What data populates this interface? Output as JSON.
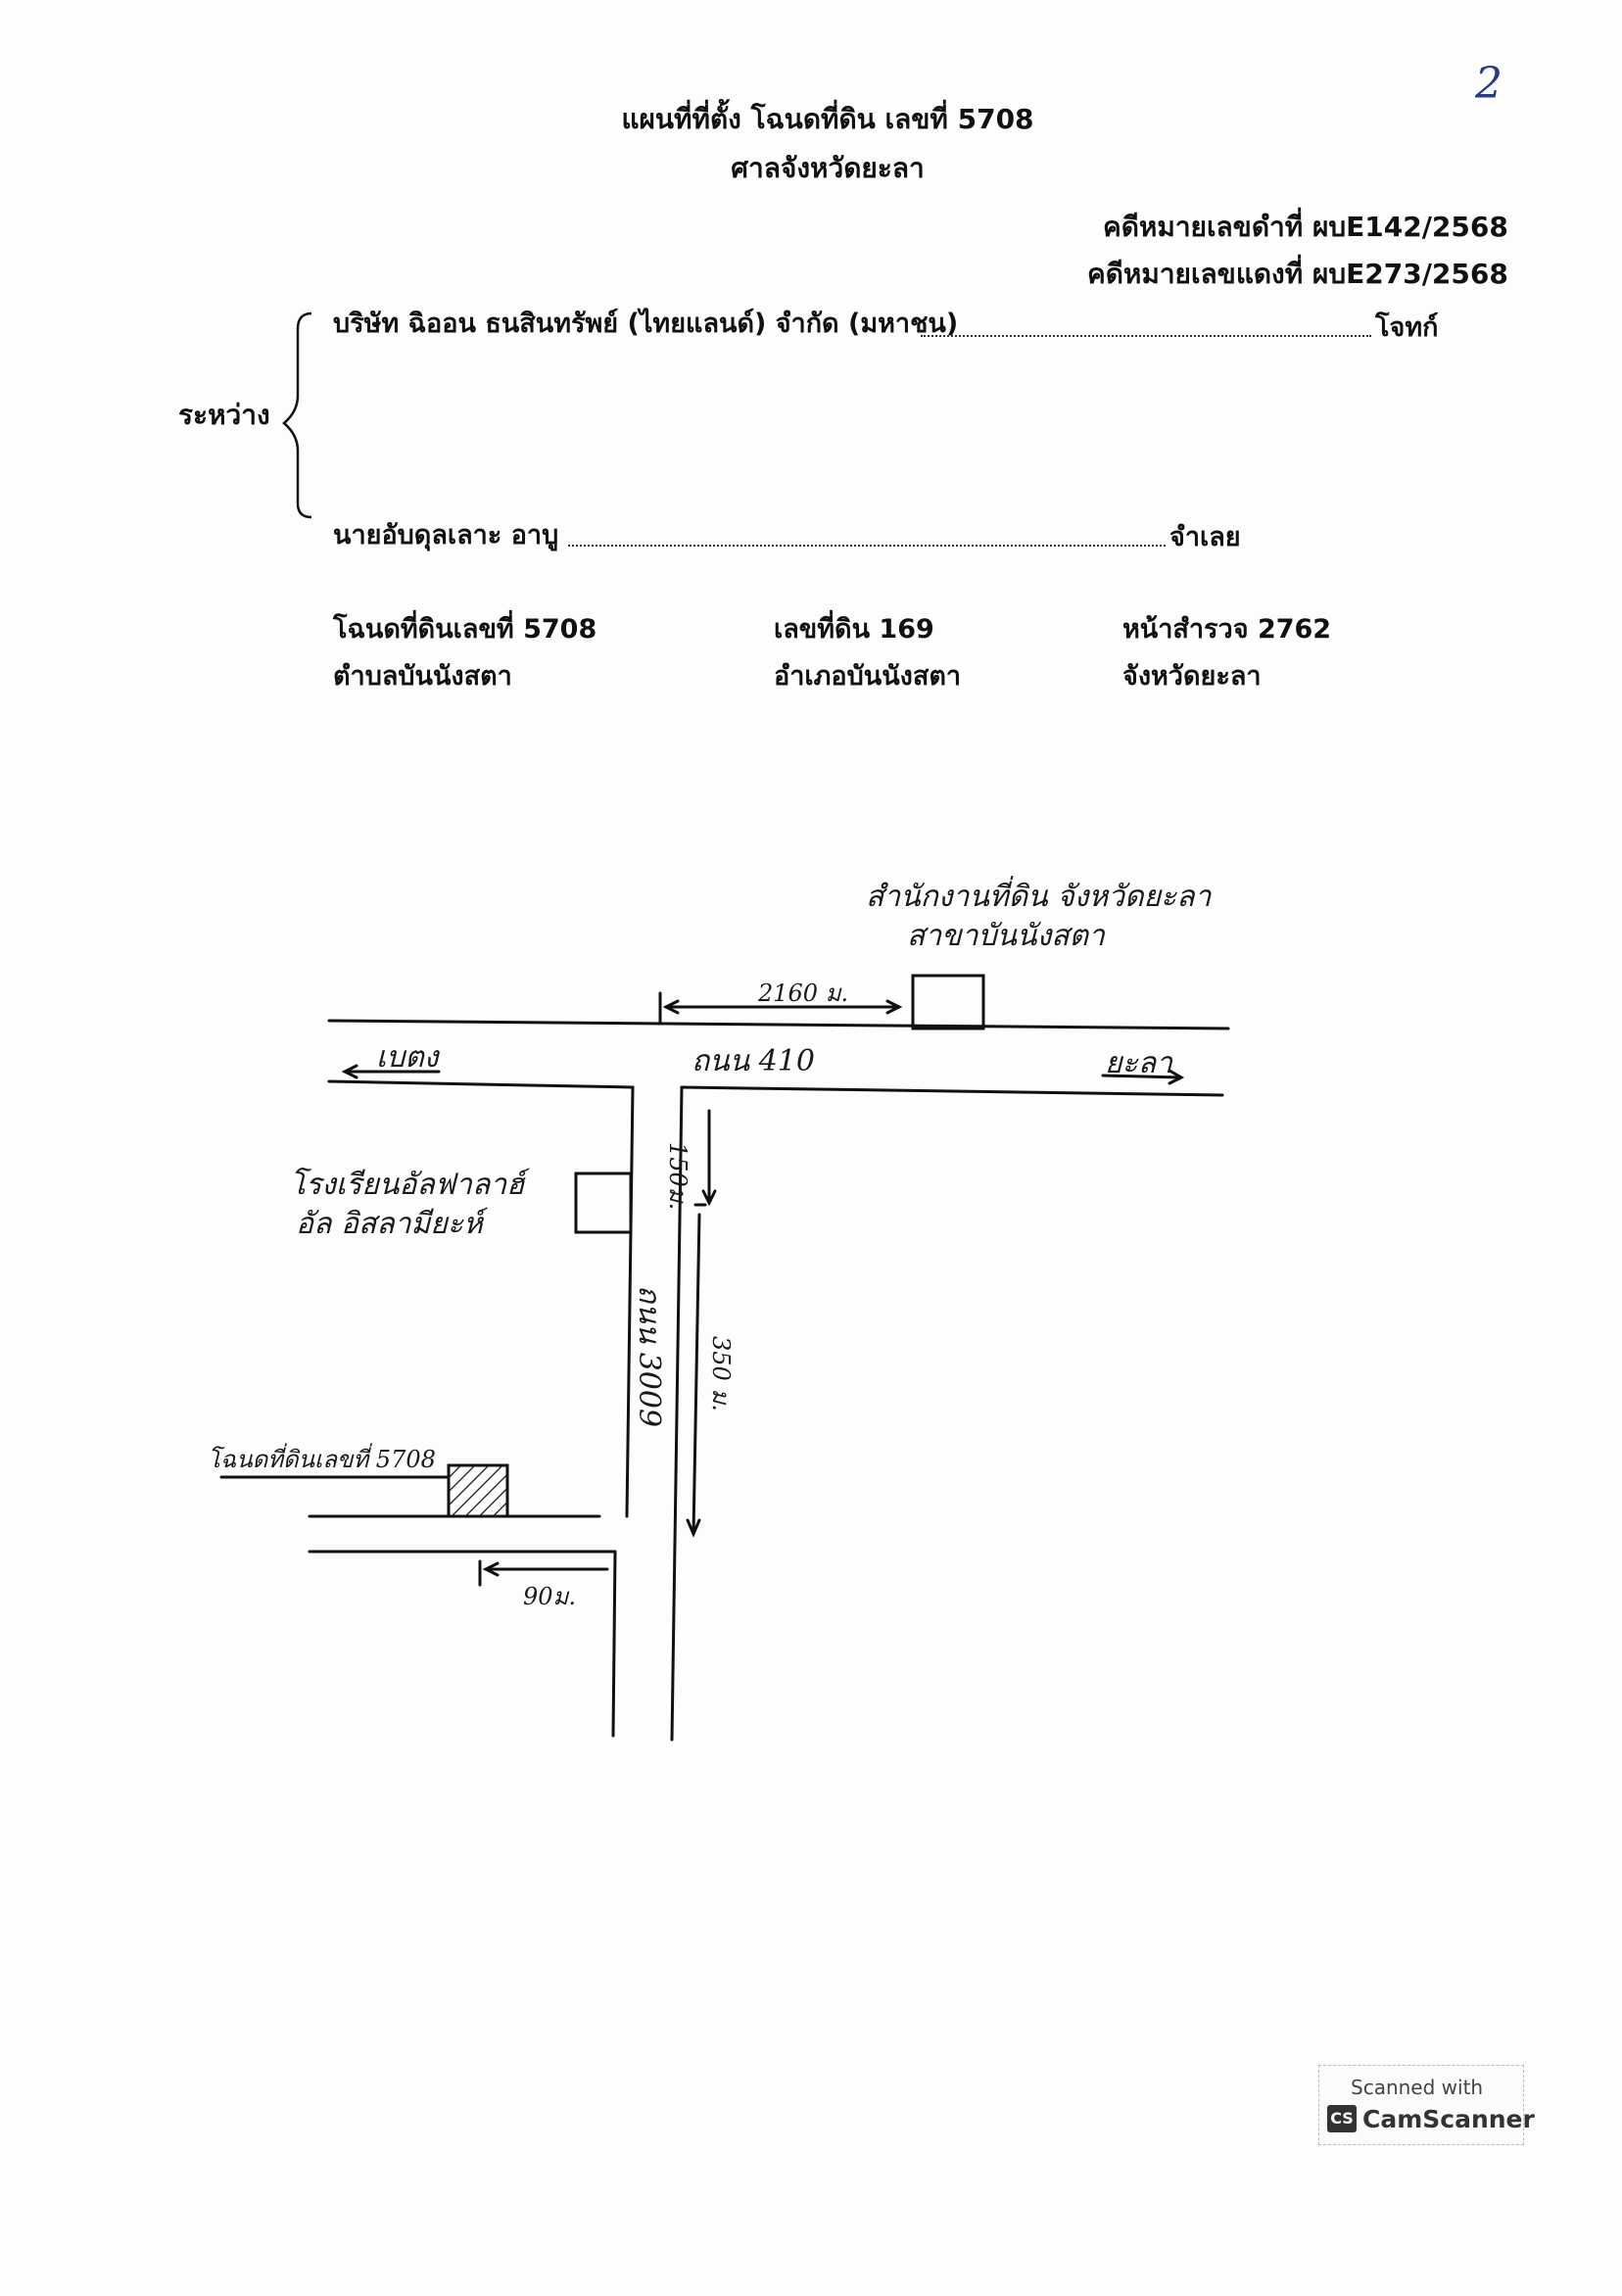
{
  "page_number": "2",
  "header": {
    "title": "แผนที่ที่ตั้ง โฉนดที่ดิน เลขที่ 5708",
    "court": "ศาลจังหวัดยะลา",
    "black_case": "คดีหมายเลขดำที่ ผบE142/2568",
    "red_case": "คดีหมายเลขแดงที่ ผบE273/2568"
  },
  "parties": {
    "between_label": "ระหว่าง",
    "plaintiff_name": "บริษัท ฉิออน ธนสินทรัพย์ (ไทยแลนด์) จำกัด (มหาชน)",
    "plaintiff_role": "โจทก์",
    "defendant_name": "นายอับดุลเลาะ อาบู",
    "defendant_role": "จำเลย"
  },
  "land": {
    "deed_no": "โฉนดที่ดินเลขที่ 5708",
    "land_no": "เลขที่ดิน 169",
    "survey_page": "หน้าสำรวจ 2762",
    "subdistrict": "ตำบลบันนังสตา",
    "district": "อำเภอบันนังสตา",
    "province": "จังหวัดยะลา"
  },
  "map": {
    "land_office_line1": "สำนักงานที่ดิน จังหวัดยะลา",
    "land_office_line2": "สาขาบันนังสตา",
    "dist_office": "2160 ม.",
    "to_betong": "เบตง",
    "highway_410": "ถนน 410",
    "to_yala": "ยะลา",
    "dist_150": "150ม.",
    "school_line1": "โรงเรียนอัลฟาลาฮ์",
    "school_line2": "อัล อิสลามียะห์",
    "road_3009": "ถนน 3009",
    "dist_350": "350 ม.",
    "deed_label": "โฉนดที่ดินเลขที่ 5708",
    "dist_90": "90ม."
  },
  "watermark": {
    "scanned_with": "Scanned with",
    "logo": "CS",
    "brand": "CamScanner"
  }
}
